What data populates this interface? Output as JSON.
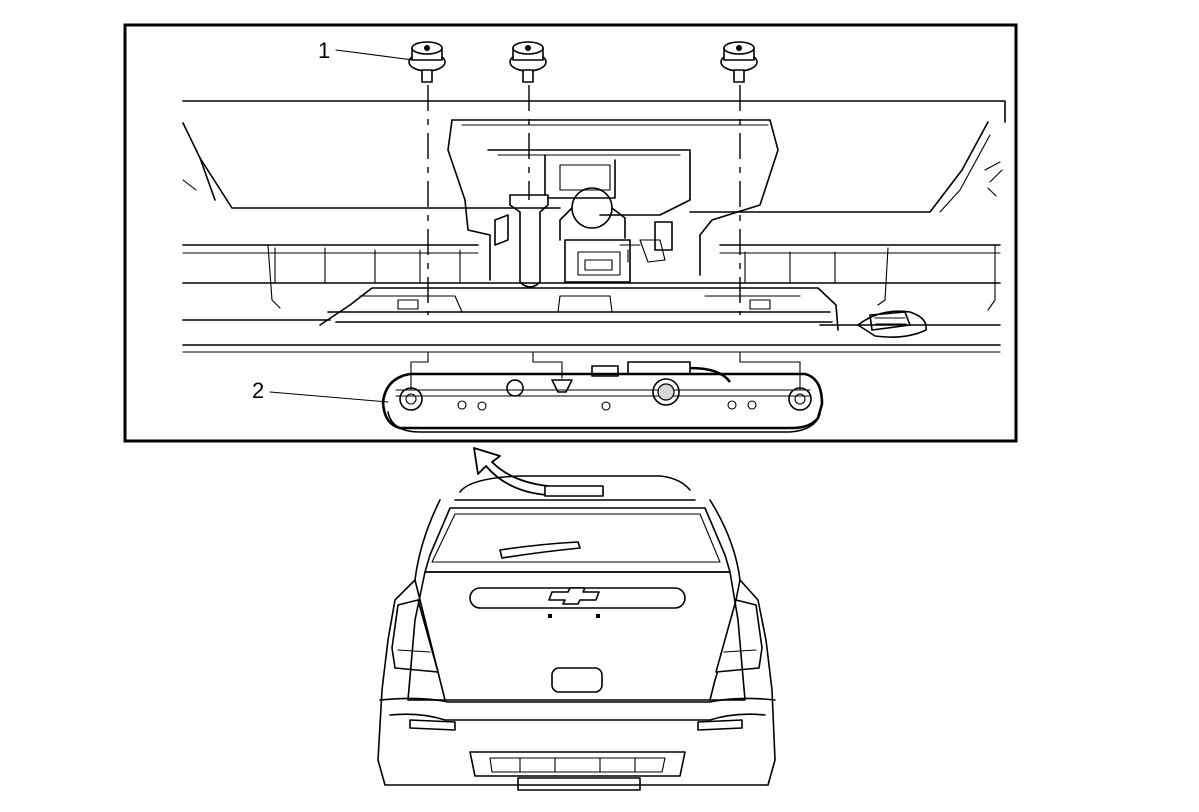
{
  "callouts": [
    {
      "number": "1",
      "part": "fastener"
    },
    {
      "number": "2",
      "part": "high-mount-stop-lamp"
    }
  ],
  "colors": {
    "line": "#000000",
    "background": "#ffffff",
    "shade": "#d8d8d8"
  },
  "icons": [
    "bolt-icon",
    "arrow-icon",
    "chevrolet-bowtie-icon"
  ]
}
